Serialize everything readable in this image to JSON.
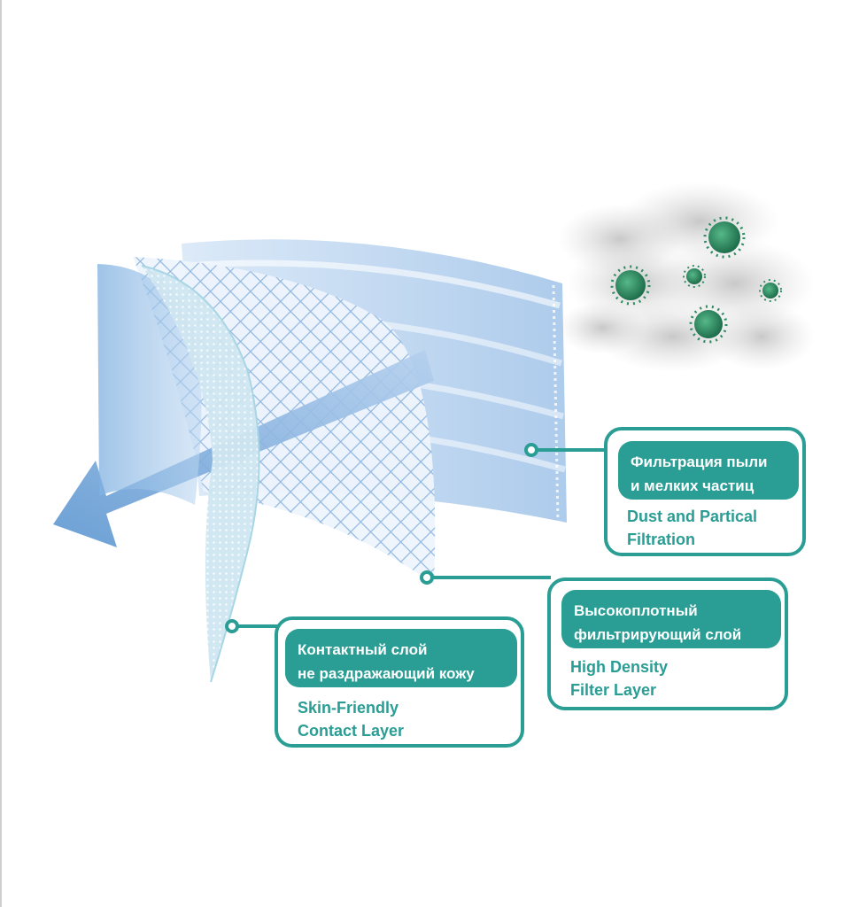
{
  "callouts": {
    "dust": {
      "ru_line1": "Фильтрация пыли",
      "ru_line2": "и мелких частиц",
      "en_line1": "Dust and Partical",
      "en_line2": "Filtration"
    },
    "filter": {
      "ru_line1": "Высокоплотный",
      "ru_line2": "фильтрирующий слой",
      "en_line1": "High Density",
      "en_line2": "Filter Layer"
    },
    "skin": {
      "ru_line1": "Контактный слой",
      "ru_line2": "не раздражающий кожу",
      "en_line1": "Skin-Friendly",
      "en_line2": "Contact Layer"
    }
  },
  "colors": {
    "accent": "#2a9d94",
    "layer_blue": "#8fb8e4",
    "virus_green": "#2d8c62",
    "smoke_gray": "#b8b8b8"
  }
}
